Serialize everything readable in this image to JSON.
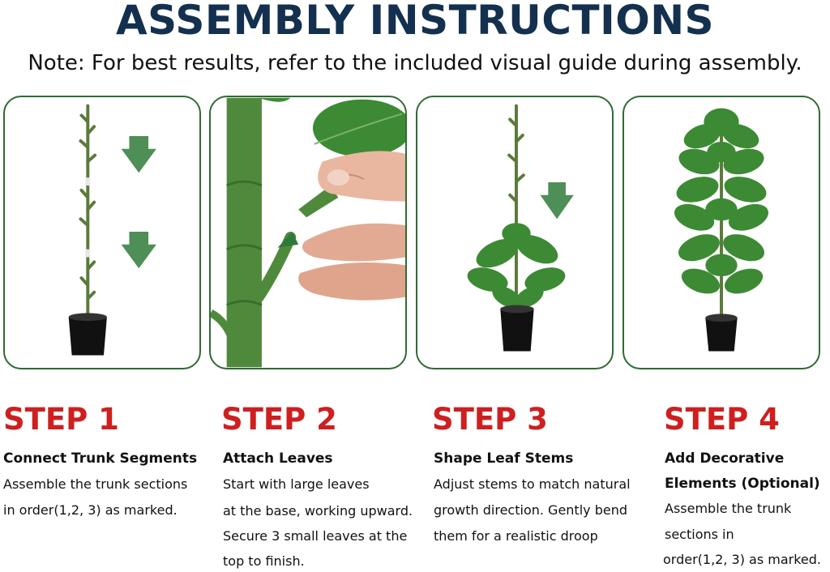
{
  "title": "ASSEMBLY INSTRUCTIONS",
  "note": "Note: For best results, refer to the included visual guide during assembly.",
  "colors": {
    "title": "#14304f",
    "step": "#cf1f1f",
    "frame": "#2f6b34",
    "leaf": "#3d8a34",
    "pot": "#111111"
  },
  "panels": [
    {
      "name": "trunk-segments-image",
      "icons": [
        "down-arrow-icon",
        "down-arrow-icon"
      ]
    },
    {
      "name": "attach-leaf-image",
      "icons": [
        "up-arrow-icon"
      ]
    },
    {
      "name": "shape-stems-image",
      "icons": [
        "down-arrow-icon"
      ]
    },
    {
      "name": "finished-plant-image",
      "icons": []
    }
  ],
  "steps": [
    {
      "title": "STEP 1",
      "subtitle": [
        "Connect Trunk Segments"
      ],
      "lines": [
        "Assemble the trunk sections",
        " in order(1,2, 3) as marked."
      ]
    },
    {
      "title": "STEP 2",
      "subtitle": [
        "Attach Leaves"
      ],
      "lines": [
        "Start with large leaves",
        "at the base, working upward.",
        "Secure 3 small leaves at the",
        "top to finish."
      ]
    },
    {
      "title": "STEP 3",
      "subtitle": [
        "Shape Leaf Stems"
      ],
      "lines": [
        "Adjust stems to match natural",
        "growth direction. Gently bend",
        " them for a realistic droop"
      ]
    },
    {
      "title": "STEP 4",
      "subtitle": [
        "Add Decorative",
        "Elements (Optional)"
      ],
      "lines": [
        "Assemble the trunk",
        "sections in",
        "order(1,2, 3) as marked."
      ]
    }
  ]
}
